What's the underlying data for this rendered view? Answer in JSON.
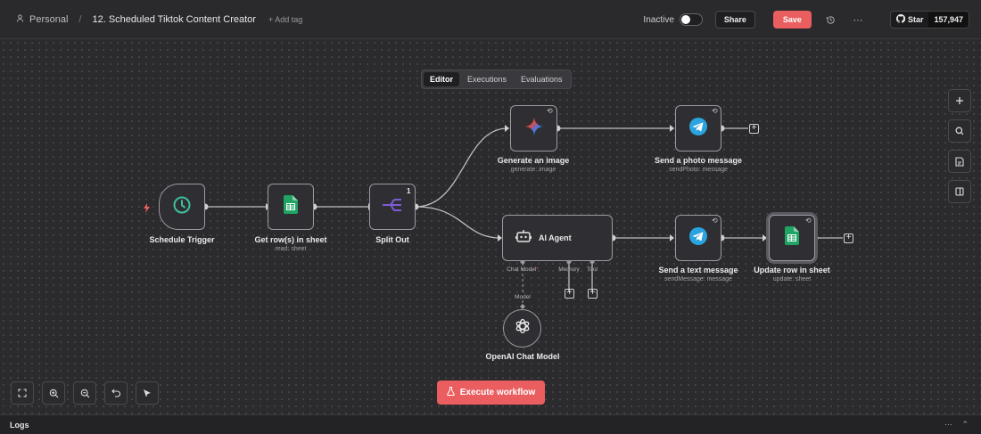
{
  "header": {
    "breadcrumb_icon": "user-icon",
    "project": "Personal",
    "workflow_name": "12. Scheduled Tiktok Content Creator",
    "add_tag": "+ Add tag",
    "status_label": "Inactive",
    "share_label": "Share",
    "save_label": "Save",
    "github_star_label": "Star",
    "github_star_count": "157,947"
  },
  "tabs": [
    {
      "label": "Editor",
      "active": true
    },
    {
      "label": "Executions",
      "active": false
    },
    {
      "label": "Evaluations",
      "active": false
    }
  ],
  "nodes": {
    "schedule": {
      "label": "Schedule Trigger"
    },
    "get_rows": {
      "label": "Get row(s) in sheet",
      "sub": "read: sheet"
    },
    "split": {
      "label": "Split Out",
      "badge": "1"
    },
    "gen_image": {
      "label": "Generate an image",
      "sub": "generate: image"
    },
    "send_photo": {
      "label": "Send a photo message",
      "sub": "sendPhoto: message"
    },
    "ai_agent": {
      "label": "AI Agent",
      "chat_model": "Chat Model",
      "chat_model_required": "*",
      "memory": "Memory",
      "tool": "Tool"
    },
    "send_text": {
      "label": "Send a text message",
      "sub": "sendMessage: message"
    },
    "update_row": {
      "label": "Update row in sheet",
      "sub": "update: sheet"
    },
    "openai": {
      "label": "OpenAI Chat Model",
      "port": "Model"
    }
  },
  "execute_label": "Execute workflow",
  "logs_label": "Logs",
  "colors": {
    "accent": "#ea5e60",
    "sheets": "#1fa463",
    "telegram": "#2aa3df",
    "schedule": "#3fbf9f",
    "split": "#7c5cd6"
  }
}
